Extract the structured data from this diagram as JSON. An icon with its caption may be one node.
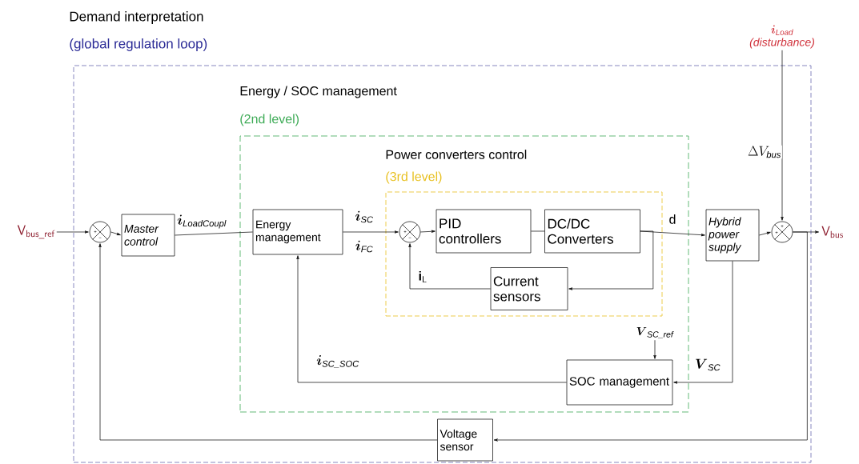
{
  "diagram": {
    "nodes": [
      {
        "text": [
          "Demand interpretation",
          "(global regulation loop)"
        ]
      },
      {
        "text": [
          "Energy / SOC management",
          "(2nd level)"
        ],
        "in": 0
      },
      {
        "text": [
          "Power converters control",
          "(3rd level)"
        ],
        "in": 1
      },
      {
        "text": [],
        "shape": "circle",
        "in": 0
      },
      {
        "text": [
          "Master control"
        ],
        "in": 0
      },
      {
        "text": [
          "Energy management"
        ],
        "in": 1
      },
      {
        "text": [],
        "shape": "circle",
        "in": 2
      },
      {
        "text": [
          "PID controllers"
        ],
        "in": 2
      },
      {
        "text": [
          "DC/DC Converters"
        ],
        "in": 2
      },
      {
        "text": [
          "Current sensors"
        ],
        "in": 2
      },
      {
        "text": [
          "Hybrid power supply"
        ],
        "in": 0
      },
      {
        "text": [],
        "shape": "circle",
        "in": 0
      },
      {
        "text": [
          "SOC management"
        ],
        "in": 1
      },
      {
        "text": [
          "Voltage sensor"
        ],
        "in": 0
      },
      {
        "text": [
          "\\mathsf{V}_{\\mathsf{bus\\_ref}}"
        ]
      },
      {
        "text": [
          "\\mathsf{V}_{\\mathsf{bus}}"
        ]
      },
      {
        "text": [
          "\\boldsymbol{i}_{\\mathit{Load}}",
          "(disturbance)"
        ]
      },
      {
        "text": [
          "\\boldsymbol{V}_{\\mathit{SC\\_ref}}"
        ],
        "in": 1
      }
    ],
    "edges": [
      {
        "from": 14,
        "to": 3,
        "arrow": "to"
      },
      {
        "from": 3,
        "to": 4,
        "arrow": "to"
      },
      {
        "from": 4,
        "to": 5,
        "arrow": "none",
        "label": "\\boldsymbol{i}_{\\mathit{LoadCoupl}}"
      },
      {
        "from": 5,
        "to": 6,
        "arrow": "to",
        "label": "\\boldsymbol{i}_{\\mathit{SC}}"
      },
      {
        "from": 6,
        "to": 7,
        "arrow": "to"
      },
      {
        "from": 7,
        "to": 8,
        "arrow": "none"
      },
      {
        "from": 8,
        "to": 10,
        "arrow": "to",
        "label": "d"
      },
      {
        "from": 8,
        "to": 9,
        "arrow": "to"
      },
      {
        "from": 9,
        "to": 6,
        "arrow": "to",
        "label": "\\mathbf{i}_{\\mathsf{L}}"
      },
      {
        "from": 10,
        "to": 11,
        "arrow": "to"
      },
      {
        "from": 16,
        "to": 11,
        "arrow": "to",
        "label": "\\Delta V_{\\mathit{bus}}"
      },
      {
        "from": 11,
        "to": 15,
        "arrow": "to"
      },
      {
        "from": 11,
        "to": 13,
        "arrow": "to"
      },
      {
        "from": 13,
        "to": 3,
        "arrow": "to"
      },
      {
        "from": 10,
        "to": 12,
        "arrow": "to",
        "label": "\\boldsymbol{V}_{\\mathit{SC}}"
      },
      {
        "from": 17,
        "to": 12,
        "arrow": "to"
      },
      {
        "from": 12,
        "to": 5,
        "arrow": "to",
        "label": "\\boldsymbol{i}_{\\mathit{SC\\_SOC}}"
      }
    ],
    "labels": [
      "+",
      "−",
      "\\boldsymbol{i}_{\\mathit{FC}}",
      "+",
      "−",
      "+",
      "+"
    ]
  }
}
